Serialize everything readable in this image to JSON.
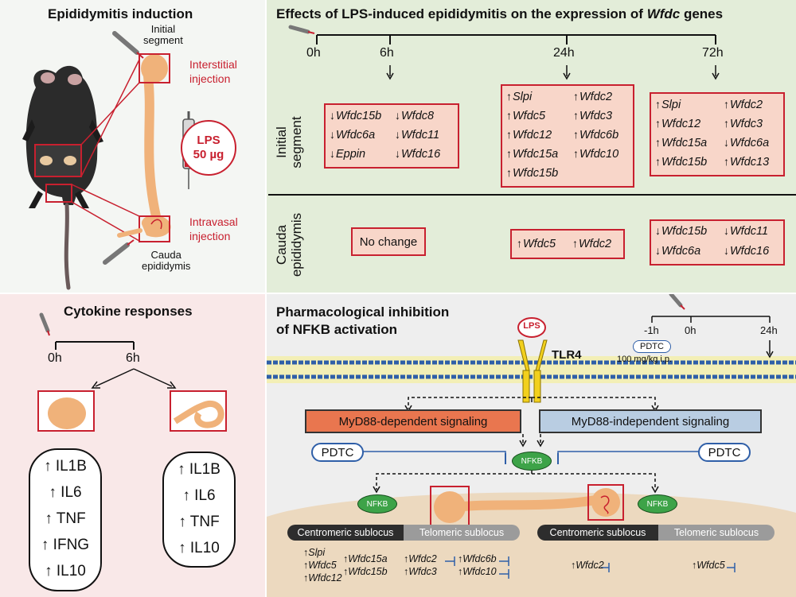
{
  "panel_a": {
    "title": "Epididymitis induction",
    "initial_segment": [
      "Initial",
      "segment"
    ],
    "interstitial": [
      "Interstitial",
      "injection"
    ],
    "lps": [
      "LPS",
      "50 µg"
    ],
    "intravasal": [
      "Intravasal",
      "injection"
    ],
    "cauda": [
      "Cauda",
      "epididymis"
    ]
  },
  "panel_b": {
    "title_prefix": "Effects of LPS-induced epididymitis on the expression of ",
    "title_italic": "Wfdc",
    "title_suffix": " genes",
    "times": [
      "0h",
      "6h",
      "24h",
      "72h"
    ],
    "row_initial": [
      "Initial",
      "segment"
    ],
    "row_cauda": [
      "Cauda",
      "epididymis"
    ],
    "is_6h": [
      {
        "arrow": "↓",
        "gene": "Wfdc15b"
      },
      {
        "arrow": "↓",
        "gene": "Wfdc8"
      },
      {
        "arrow": "↓",
        "gene": "Wfdc6a"
      },
      {
        "arrow": "↓",
        "gene": "Wfdc11"
      },
      {
        "arrow": "↓",
        "gene": "Eppin"
      },
      {
        "arrow": "↓",
        "gene": "Wfdc16"
      }
    ],
    "is_24h": [
      {
        "arrow": "↑",
        "gene": "Slpi"
      },
      {
        "arrow": "↑",
        "gene": "Wfdc2"
      },
      {
        "arrow": "↑",
        "gene": "Wfdc5"
      },
      {
        "arrow": "↑",
        "gene": "Wfdc3"
      },
      {
        "arrow": "↑",
        "gene": "Wfdc12"
      },
      {
        "arrow": "↑",
        "gene": "Wfdc6b"
      },
      {
        "arrow": "↑",
        "gene": "Wfdc15a"
      },
      {
        "arrow": "↑",
        "gene": "Wfdc10"
      },
      {
        "arrow": "↑",
        "gene": "Wfdc15b"
      }
    ],
    "is_72h": [
      {
        "arrow": "↑",
        "gene": "Slpi"
      },
      {
        "arrow": "↑",
        "gene": "Wfdc2"
      },
      {
        "arrow": "↑",
        "gene": "Wfdc12"
      },
      {
        "arrow": "↑",
        "gene": "Wfdc3"
      },
      {
        "arrow": "↑",
        "gene": "Wfdc15a"
      },
      {
        "arrow": "↓",
        "gene": "Wfdc6a"
      },
      {
        "arrow": "↑",
        "gene": "Wfdc15b"
      },
      {
        "arrow": "↑",
        "gene": "Wfdc13"
      }
    ],
    "cauda_6h": "No change",
    "cauda_24h": [
      {
        "arrow": "↑",
        "gene": "Wfdc5"
      },
      {
        "arrow": "↑",
        "gene": "Wfdc2"
      }
    ],
    "cauda_72h": [
      {
        "arrow": "↓",
        "gene": "Wfdc15b"
      },
      {
        "arrow": "↓",
        "gene": "Wfdc11"
      },
      {
        "arrow": "↓",
        "gene": "Wfdc6a"
      },
      {
        "arrow": "↓",
        "gene": "Wfdc16"
      }
    ]
  },
  "panel_c": {
    "title": "Cytokine responses",
    "times": [
      "0h",
      "6h"
    ],
    "initial_list": [
      {
        "arrow": "↑",
        "name": "IL1B"
      },
      {
        "arrow": "↑",
        "name": "IL6"
      },
      {
        "arrow": "↑",
        "name": "TNF"
      },
      {
        "arrow": "↑",
        "name": "IFNG"
      },
      {
        "arrow": "↑",
        "name": "IL10"
      }
    ],
    "cauda_list": [
      {
        "arrow": "↑",
        "name": "IL1B"
      },
      {
        "arrow": "↑",
        "name": "IL6"
      },
      {
        "arrow": "↑",
        "name": "TNF"
      },
      {
        "arrow": "↑",
        "name": "IL10"
      }
    ]
  },
  "panel_d": {
    "title": [
      "Pharmacological inhibition",
      "of NFKB activation"
    ],
    "lps": "LPS",
    "tlr4": "TLR4",
    "times": [
      "-1h",
      "0h",
      "24h"
    ],
    "pdtc_small": "PDTC",
    "dose": "100 mg/kg i.p.",
    "myd88_dep": "MyD88-dependent signaling",
    "myd88_indep": "MyD88-independent signaling",
    "pdtc": "PDTC",
    "nfkb": "NFKB",
    "sublocus_cen": "Centromeric sublocus",
    "sublocus_tel": "Telomeric sublocus",
    "is_genes": [
      {
        "arrow": "↑",
        "gene": "Slpi"
      },
      {
        "arrow": "↑",
        "gene": "Wfdc5"
      },
      {
        "arrow": "↑",
        "gene": "Wfdc12"
      },
      {
        "arrow": "↑",
        "gene": "Wfdc15a"
      },
      {
        "arrow": "↑",
        "gene": "Wfdc15b"
      },
      {
        "arrow": "↑",
        "gene": "Wfdc2"
      },
      {
        "arrow": "↑",
        "gene": "Wfdc3"
      },
      {
        "arrow": "↑",
        "gene": "Wfdc6b"
      },
      {
        "arrow": "↑",
        "gene": "Wfdc10"
      }
    ],
    "cauda_genes": [
      {
        "arrow": "↑",
        "gene": "Wfdc2"
      },
      {
        "arrow": "↑",
        "gene": "Wfdc5"
      }
    ]
  },
  "colors": {
    "accent_red": "#c8202f",
    "box_fill": "#f8d6c9",
    "myd88_dep": "#e9764f",
    "myd88_indep": "#b9cde2",
    "nfkb": "#3da348",
    "pdtc_blue": "#2f5fa8"
  }
}
